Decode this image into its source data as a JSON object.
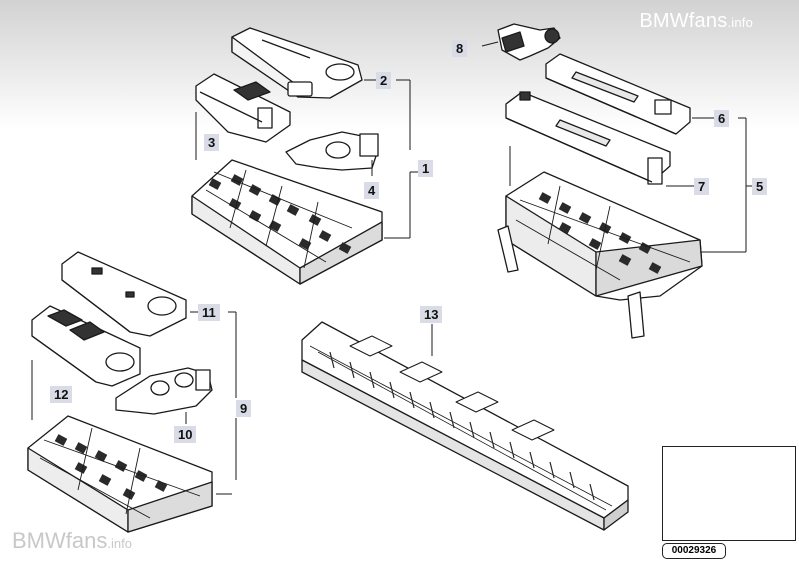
{
  "watermark": {
    "top_main": "BMWfans",
    "top_suffix": ".info",
    "bottom_main": "BMWfans",
    "bottom_suffix": ".info"
  },
  "callouts": [
    {
      "id": "c1",
      "label": "1"
    },
    {
      "id": "c2",
      "label": "2"
    },
    {
      "id": "c3",
      "label": "3"
    },
    {
      "id": "c4",
      "label": "4"
    },
    {
      "id": "c5",
      "label": "5"
    },
    {
      "id": "c6",
      "label": "6"
    },
    {
      "id": "c7",
      "label": "7"
    },
    {
      "id": "c8",
      "label": "8"
    },
    {
      "id": "c9",
      "label": "9"
    },
    {
      "id": "c10",
      "label": "10"
    },
    {
      "id": "c11",
      "label": "11"
    },
    {
      "id": "c12",
      "label": "12"
    },
    {
      "id": "c13",
      "label": "13"
    }
  ],
  "inset": {
    "code": "00029326"
  },
  "colors": {
    "line": "#1a1a1a",
    "part_fill": "#ffffff",
    "part_dark": "#2a2a2a",
    "callout_bg": "#d9dce6"
  }
}
